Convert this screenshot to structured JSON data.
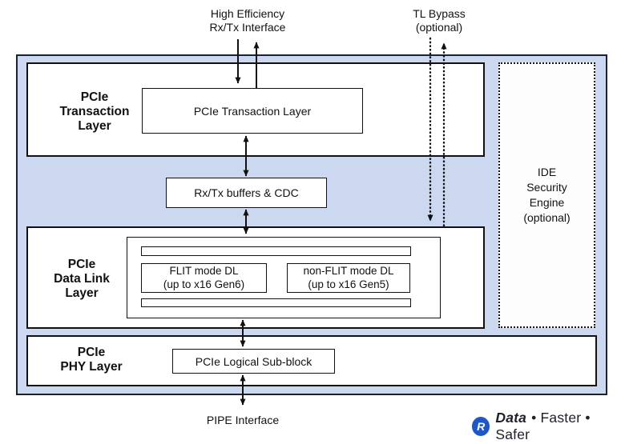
{
  "colors": {
    "container_fill": "#ccd8f0",
    "container_border": "#1c2230",
    "box_fill": "#ffffff",
    "line": "#111111",
    "logo_blue": "#1f57c8",
    "logo_text": "#20212a"
  },
  "external": {
    "top_interface_label": "High Efficiency\nRx/Tx Interface",
    "tl_bypass_label": "TL Bypass\n(optional)",
    "pipe_interface_label": "PIPE Interface"
  },
  "transaction_layer": {
    "side_label": "PCIe\nTransaction\nLayer",
    "box_label": "PCIe Transaction Layer"
  },
  "buffers": {
    "box_label": "Rx/Tx buffers & CDC"
  },
  "data_link_layer": {
    "side_label": "PCIe\nData Link\nLayer",
    "flit_box_label": "FLIT mode DL\n(up to x16 Gen6)",
    "non_flit_box_label": "non-FLIT mode DL\n(up to x16 Gen5)"
  },
  "phy_layer": {
    "side_label": "PCIe\nPHY Layer",
    "box_label": "PCIe Logical Sub-block"
  },
  "ide_engine": {
    "box_label": "IDE\nSecurity\nEngine\n(optional)"
  },
  "logo": {
    "mark": "R",
    "word": "Data",
    "tagline": "• Faster • Safer"
  }
}
